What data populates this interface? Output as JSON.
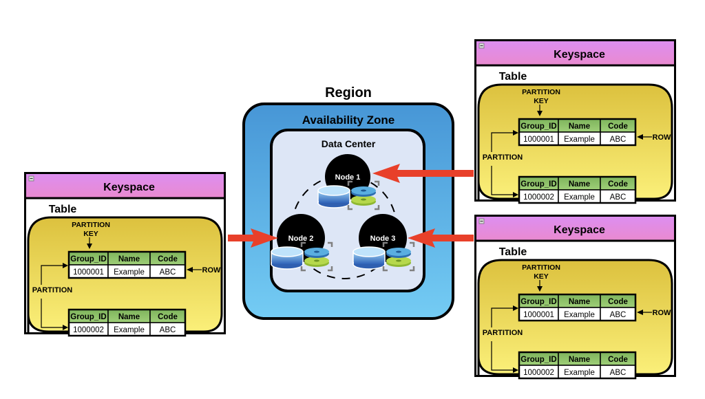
{
  "diagram": {
    "region": {
      "label": "Region",
      "availability_zone": {
        "label": "Availability Zone",
        "data_center": {
          "label": "Data Center",
          "nodes": [
            {
              "label": "Node 1"
            },
            {
              "label": "Node 2"
            },
            {
              "label": "Node 3"
            }
          ]
        }
      }
    },
    "keyspaces": [
      {
        "position": "left",
        "target_node": "Node 2",
        "title": "Keyspace",
        "table_label": "Table",
        "partition_key_label": [
          "PARTITION",
          "KEY"
        ],
        "partition_label": "PARTITION",
        "row_label": "ROW",
        "columns": [
          "Group_ID",
          "Name",
          "Code"
        ],
        "partitions": [
          {
            "row": [
              "1000001",
              "Example",
              "ABC"
            ]
          },
          {
            "row": [
              "1000002",
              "Example",
              "ABC"
            ]
          }
        ]
      },
      {
        "position": "top-right",
        "target_node": "Node 1",
        "title": "Keyspace",
        "table_label": "Table",
        "partition_key_label": [
          "PARTITION",
          "KEY"
        ],
        "partition_label": "PARTITION",
        "row_label": "ROW",
        "columns": [
          "Group_ID",
          "Name",
          "Code"
        ],
        "partitions": [
          {
            "row": [
              "1000001",
              "Example",
              "ABC"
            ]
          },
          {
            "row": [
              "1000002",
              "Example",
              "ABC"
            ]
          }
        ]
      },
      {
        "position": "bottom-right",
        "target_node": "Node 3",
        "title": "Keyspace",
        "table_label": "Table",
        "partition_key_label": [
          "PARTITION",
          "KEY"
        ],
        "partition_label": "PARTITION",
        "row_label": "ROW",
        "columns": [
          "Group_ID",
          "Name",
          "Code"
        ],
        "partitions": [
          {
            "row": [
              "1000001",
              "Example",
              "ABC"
            ]
          },
          {
            "row": [
              "1000002",
              "Example",
              "ABC"
            ]
          }
        ]
      }
    ],
    "colors": {
      "keyspace_header_top": "#dd8ef0",
      "keyspace_header_bottom": "#e98ad0",
      "table_yellow_top": "#dcc13e",
      "table_yellow_bottom": "#fbf07a",
      "column_header_green": "#8cc06a",
      "region_blue_top": "#4a9ad8",
      "region_blue_bottom": "#72c9f2",
      "data_center_fill": "#dde6f6",
      "arrow_red": "#e8402a",
      "node_fill": "#000000"
    }
  }
}
